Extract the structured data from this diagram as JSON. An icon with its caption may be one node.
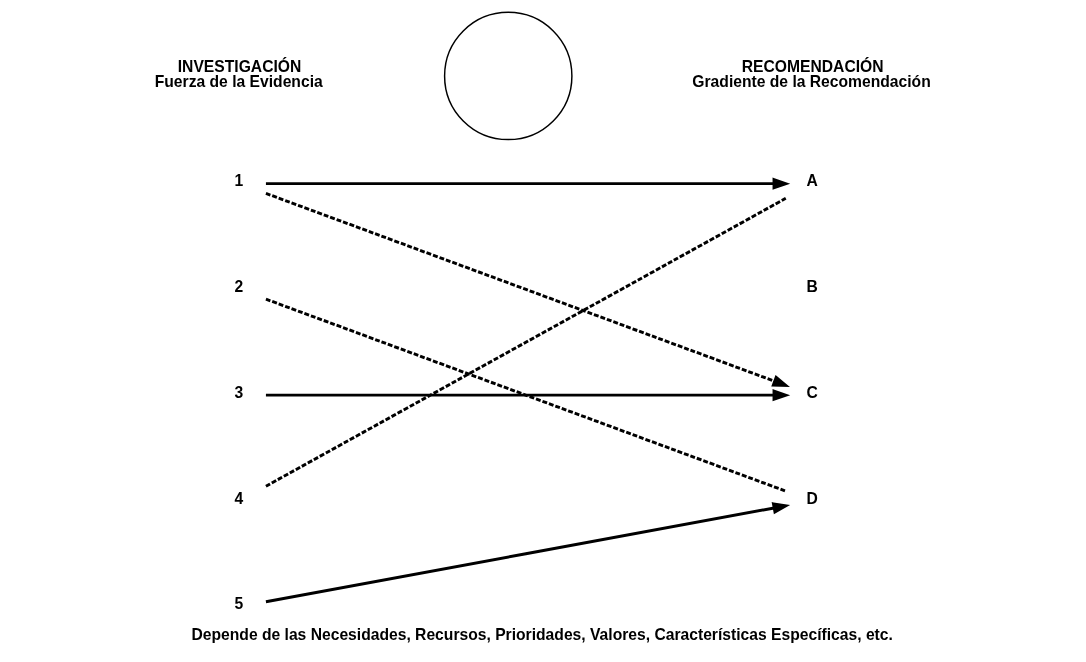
{
  "diagram": {
    "caption": "Depende de las Necesidades, Recursos, Prioridades, Valores, Características Específicas, etc.",
    "nodes": [
      {
        "text": [
          "1"
        ]
      },
      {
        "text": [
          "2"
        ]
      },
      {
        "text": [
          "3"
        ]
      },
      {
        "text": [
          "4"
        ]
      },
      {
        "text": [
          "5"
        ]
      },
      {
        "text": [],
        "shape": "circle"
      },
      {
        "text": [
          "A"
        ]
      },
      {
        "text": [
          "B"
        ]
      },
      {
        "text": [
          "C"
        ]
      },
      {
        "text": [
          "D"
        ]
      }
    ],
    "edges": [
      {
        "from": 0,
        "to": 6,
        "arrow": "to"
      },
      {
        "from": 0,
        "to": 8,
        "arrow": "to",
        "style": "dashed"
      },
      {
        "from": 1,
        "to": 9,
        "arrow": "none",
        "style": "dashed"
      },
      {
        "from": 2,
        "to": 8,
        "arrow": "to"
      },
      {
        "from": 3,
        "to": 6,
        "arrow": "none",
        "style": "dashed"
      },
      {
        "from": 4,
        "to": 9,
        "arrow": "to"
      }
    ],
    "labels": [
      "INVESTIGACIÓN",
      "RECOMENDACIÓN",
      "Fuerza de la Evidencia",
      "Gradiente de la Recomendación"
    ]
  }
}
